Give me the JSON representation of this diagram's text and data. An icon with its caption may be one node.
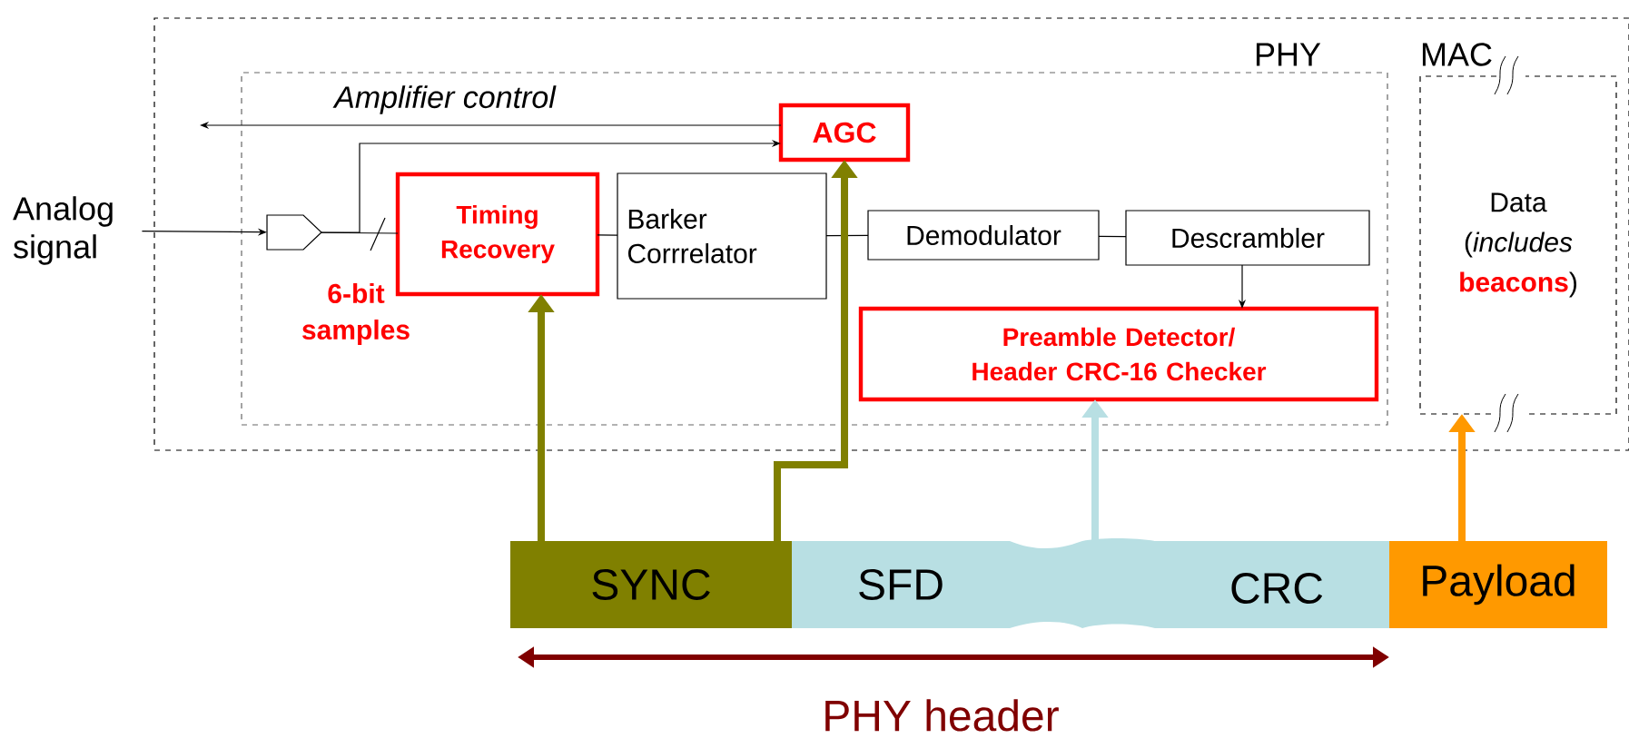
{
  "diagram": {
    "nodes": [
      {
        "text": [
          "Analog signal"
        ]
      },
      {
        "text": [],
        "shape": "box"
      },
      {
        "text": [
          "PHY"
        ],
        "in": 1
      },
      {
        "text": [
          "AGC"
        ],
        "in": 2
      },
      {
        "text": [],
        "shape": "pentagon",
        "in": 2
      },
      {
        "text": [
          "Timing Recovery"
        ],
        "in": 2
      },
      {
        "text": [
          "Barker Corrrelator"
        ],
        "in": 2
      },
      {
        "text": [
          "Demodulator"
        ],
        "in": 2
      },
      {
        "text": [
          "Descrambler"
        ],
        "in": 2
      },
      {
        "text": [
          "Preamble Detector/ Header CRC-16 Checker"
        ],
        "in": 2
      },
      {
        "text": [
          "MAC",
          "Data (*includes* **beacons**)"
        ],
        "in": 1
      },
      {
        "text": [
          "SYNC"
        ]
      },
      {
        "text": [
          "SFD"
        ]
      },
      {
        "text": [
          "CRC"
        ]
      },
      {
        "text": [
          "Payload"
        ]
      }
    ],
    "edges": [
      {
        "from": 0,
        "to": 4,
        "arrow": "to"
      },
      {
        "from": 4,
        "to": 5,
        "arrow": "none"
      },
      {
        "from": 4,
        "to": 3,
        "arrow": "to"
      },
      {
        "from": 3,
        "to": null,
        "arrow": "to",
        "label": "Amplifier control"
      },
      {
        "from": 5,
        "to": 6,
        "arrow": "none"
      },
      {
        "from": 6,
        "to": 7,
        "arrow": "none"
      },
      {
        "from": 7,
        "to": 8,
        "arrow": "none"
      },
      {
        "from": 8,
        "to": 9,
        "arrow": "to"
      },
      {
        "from": 11,
        "to": 5,
        "arrow": "to",
        "style": "thick",
        "color": "#808000"
      },
      {
        "from": 11,
        "to": 3,
        "arrow": "to",
        "style": "thick",
        "color": "#808000"
      },
      {
        "from": 13,
        "to": 9,
        "arrow": "to",
        "style": "thick",
        "color": "#b8dfe3"
      },
      {
        "from": 14,
        "to": 10,
        "arrow": "to",
        "style": "thick",
        "color": "#ff9900"
      }
    ],
    "labels": [
      "6-bit samples",
      "PHY header"
    ]
  }
}
